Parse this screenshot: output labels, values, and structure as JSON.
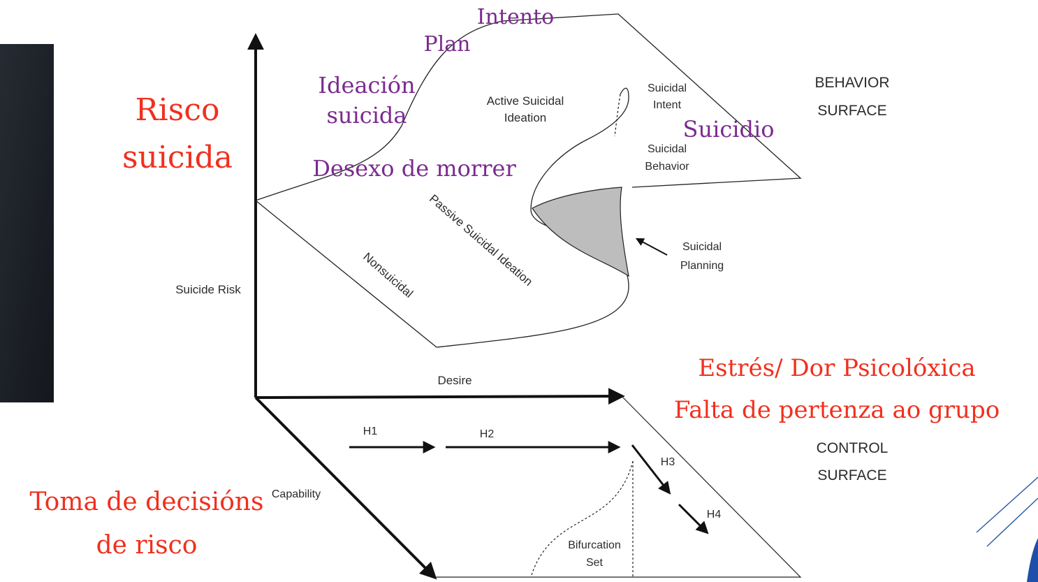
{
  "overlay_labels": {
    "risco_line1": "Risco",
    "risco_line2": "suicida",
    "intento": "Intento",
    "plan": "Plan",
    "ideacion_line1": "Ideación",
    "ideacion_line2": "suicida",
    "desexo": "Desexo de morrer",
    "suicidio": "Suicidio",
    "estres": "Estrés/ Dor Psicolóxica",
    "falta": "Falta de pertenza ao grupo",
    "toma_line1": "Toma de decisións",
    "toma_line2": "de risco"
  },
  "diagram_labels": {
    "active_line1": "Active Suicidal",
    "active_line2": "Ideation",
    "intent_line1": "Suicidal",
    "intent_line2": "Intent",
    "behavior_line1": "Suicidal",
    "behavior_line2": "Behavior",
    "behavior_surface_line1": "BEHAVIOR",
    "behavior_surface_line2": "SURFACE",
    "passive": "Passive Suicidal Ideation",
    "nonsuicidal": "Nonsuicidal",
    "planning_line1": "Suicidal",
    "planning_line2": "Planning",
    "suicide_risk": "Suicide Risk",
    "desire": "Desire",
    "h1": "H1",
    "h2": "H2",
    "h3": "H3",
    "h4": "H4",
    "control_line1": "CONTROL",
    "control_line2": "SURFACE",
    "capability": "Capability",
    "bifurcation_line1": "Bifurcation",
    "bifurcation_line2": "Set"
  },
  "colors": {
    "overlay_red": "#f0301e",
    "overlay_purple": "#7b2b8f",
    "diagram_ink": "#2b2b2b",
    "planning_fill": "#bdbdbd",
    "left_panel": "#1b1f26",
    "corner_accent": "#2f5da8"
  }
}
